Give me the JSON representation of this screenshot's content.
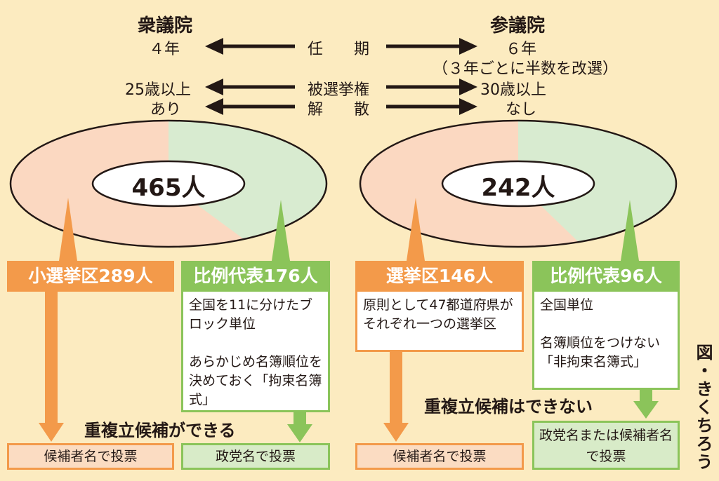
{
  "header": {
    "lower_house": "衆議院",
    "upper_house": "参議院",
    "rows": [
      {
        "label": "任　　期",
        "left": "４年",
        "right": "６年"
      },
      {
        "label": "被選挙権",
        "left": "25歳以上",
        "right": "30歳以上"
      },
      {
        "label": "解　　散",
        "left": "あり",
        "right": "なし"
      }
    ],
    "right_note": "（３年ごとに半数を改選）"
  },
  "lower": {
    "total": "465人",
    "district_title": "小選挙区289人",
    "pr_title": "比例代表176人",
    "pr_desc_1": "全国を11に分けたブロック単位",
    "pr_desc_2": "あらかじめ名簿順位を決めておく「拘束名簿式」",
    "dual_candidacy": "重複立候補ができる",
    "district_vote": "候補者名で投票",
    "pr_vote": "政党名で投票"
  },
  "upper": {
    "total": "242人",
    "district_title": "選挙区146人",
    "district_desc": "原則として47都道府県がそれぞれ一つの選挙区",
    "pr_title": "比例代表96人",
    "pr_desc_1": "全国単位",
    "pr_desc_2": "名簿順位をつけない「非拘束名簿式」",
    "dual_candidacy": "重複立候補はできない",
    "district_vote": "候補者名で投票",
    "pr_vote": "政党名または候補者名で投票"
  },
  "credit": "図・きくちろう",
  "colors": {
    "background": "#fcebc0",
    "orange": "#f39a4a",
    "green": "#8bc45a",
    "pink_fill": "#fbdcc2",
    "green_fill": "#d8ebc8"
  }
}
